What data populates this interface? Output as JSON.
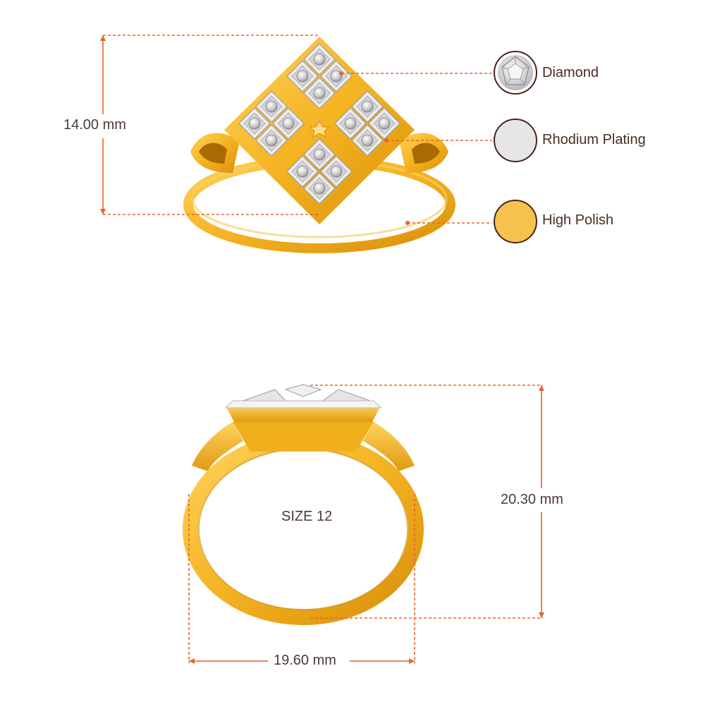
{
  "dimensions": {
    "height_top": "14.00 mm",
    "height_front": "20.30 mm",
    "width_front": "19.60 mm"
  },
  "size_label": "SIZE 12",
  "legend": [
    {
      "label": "Diamond",
      "icon": "diamond-icon",
      "color": "#f2f2f2"
    },
    {
      "label": "Rhodium Plating",
      "icon": "rhodium-swatch-icon",
      "color": "#e6e6e6"
    },
    {
      "label": "High Polish",
      "icon": "gold-swatch-icon",
      "color": "#f7c24e"
    }
  ],
  "colors": {
    "accent": "#e8642a",
    "gold": "#f2b21f",
    "gold_dark": "#d48f0c",
    "silver": "#e9e9ea",
    "outline": "#4a2418"
  }
}
